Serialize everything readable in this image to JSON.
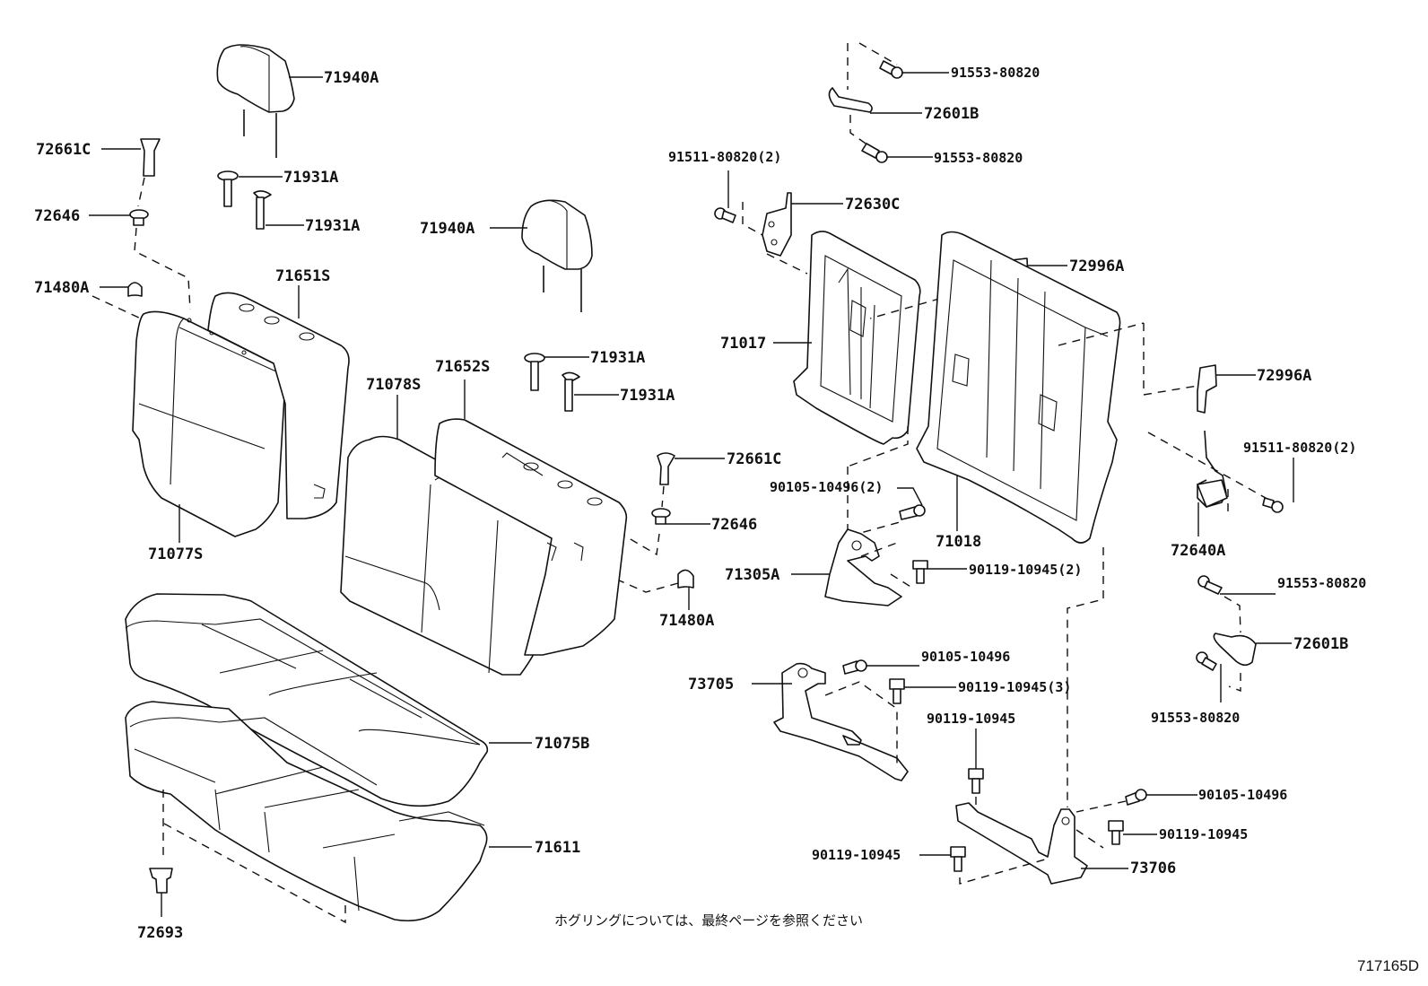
{
  "diagram": {
    "title": "Rear Seat Assembly — Parts Diagram",
    "labels": [
      {
        "id": "l1",
        "text": "71940A"
      },
      {
        "id": "l2",
        "text": "72661C"
      },
      {
        "id": "l3",
        "text": "71931A"
      },
      {
        "id": "l4",
        "text": "72646"
      },
      {
        "id": "l5",
        "text": "71931A"
      },
      {
        "id": "l6",
        "text": "71940A"
      },
      {
        "id": "l7",
        "text": "71480A"
      },
      {
        "id": "l8",
        "text": "71651S"
      },
      {
        "id": "l9",
        "text": "71078S"
      },
      {
        "id": "l10",
        "text": "71652S"
      },
      {
        "id": "l11",
        "text": "71931A"
      },
      {
        "id": "l12",
        "text": "71931A"
      },
      {
        "id": "l13",
        "text": "72661C"
      },
      {
        "id": "l14",
        "text": "72646"
      },
      {
        "id": "l15",
        "text": "71077S"
      },
      {
        "id": "l16",
        "text": "71480A"
      },
      {
        "id": "l17",
        "text": "71075B"
      },
      {
        "id": "l18",
        "text": "71611"
      },
      {
        "id": "l19",
        "text": "72693"
      },
      {
        "id": "l20",
        "text": "91553-80820"
      },
      {
        "id": "l21",
        "text": "72601B"
      },
      {
        "id": "l22",
        "text": "91511-80820(2)"
      },
      {
        "id": "l23",
        "text": "91553-80820"
      },
      {
        "id": "l24",
        "text": "72630C"
      },
      {
        "id": "l25",
        "text": "72996A"
      },
      {
        "id": "l26",
        "text": "71017"
      },
      {
        "id": "l27",
        "text": "72996A"
      },
      {
        "id": "l28",
        "text": "91511-80820(2)"
      },
      {
        "id": "l29",
        "text": "90105-10496(2)"
      },
      {
        "id": "l30",
        "text": "71018"
      },
      {
        "id": "l31",
        "text": "72640A"
      },
      {
        "id": "l32",
        "text": "71305A"
      },
      {
        "id": "l33",
        "text": "90119-10945(2)"
      },
      {
        "id": "l34",
        "text": "91553-80820"
      },
      {
        "id": "l35",
        "text": "72601B"
      },
      {
        "id": "l36",
        "text": "90105-10496"
      },
      {
        "id": "l37",
        "text": "73705"
      },
      {
        "id": "l38",
        "text": "90119-10945(3)"
      },
      {
        "id": "l39",
        "text": "90119-10945"
      },
      {
        "id": "l40",
        "text": "91553-80820"
      },
      {
        "id": "l41",
        "text": "90105-10496"
      },
      {
        "id": "l42",
        "text": "90119-10945"
      },
      {
        "id": "l43",
        "text": "90119-10945"
      },
      {
        "id": "l44",
        "text": "73706"
      }
    ],
    "note": "ホグリングについては、最終ページを参照ください",
    "diagram_code": "717165D"
  }
}
